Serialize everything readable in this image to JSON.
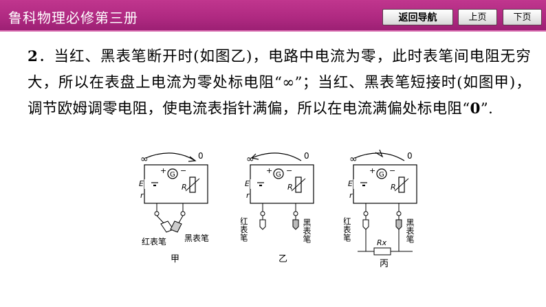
{
  "header": {
    "title": "鲁科物理必修第三册",
    "nav": {
      "home": "返回导航",
      "prev": "上页",
      "next": "下页"
    }
  },
  "content": {
    "number": "2",
    "text_1": "．当红、黑表笔断开时(如图乙)，电路中电流为零，此时表笔间电阻无穷大，所以在表盘上电流为零处标电阻“∞”；当红、黑表笔短接时(如图甲)，调节欧姆调零电阻，使电流表指针满偏，所以在电流满偏处标电阻“",
    "zero": "0",
    "text_2": "”."
  },
  "figures": [
    {
      "caption": "甲",
      "left_probe": "红表笔",
      "right_probe": "黑表笔"
    },
    {
      "caption": "乙",
      "left_probe": "红表笔",
      "right_probe": "黑表笔"
    },
    {
      "caption": "丙",
      "left_probe": "红表笔",
      "right_probe": "黑表笔",
      "resistor": "Rx"
    }
  ],
  "labels": {
    "infinity": "∞",
    "zero": "0",
    "galvanometer": "G",
    "emf": "E",
    "internal_r": "r",
    "resistor": "R",
    "plus": "+",
    "minus": "−"
  }
}
